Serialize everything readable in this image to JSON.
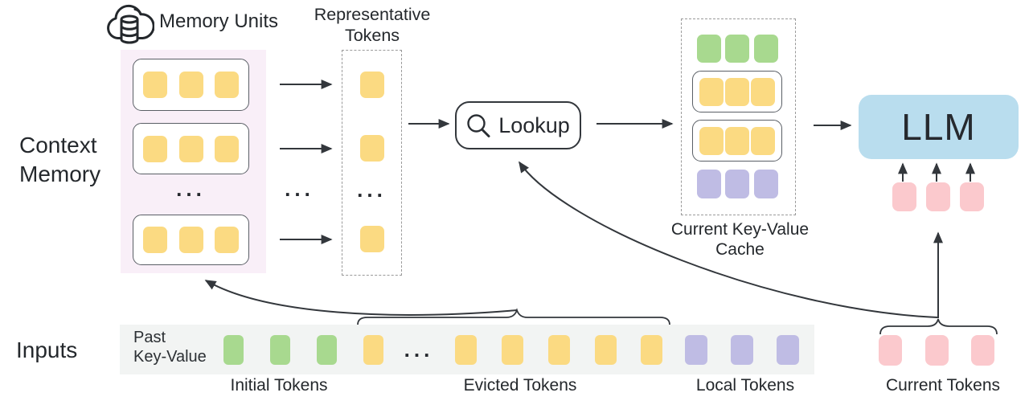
{
  "labels": {
    "memory_units": "Memory Units",
    "context_memory_line1": "Context",
    "context_memory_line2": "Memory",
    "representative_line1": "Representative",
    "representative_line2": "Tokens",
    "lookup": "Lookup",
    "cache_line1": "Current Key-Value",
    "cache_line2": "Cache",
    "llm": "LLM",
    "inputs": "Inputs",
    "past_kv_line1": "Past",
    "past_kv_line2": "Key-Value",
    "initial_tokens": "Initial Tokens",
    "evicted_tokens": "Evicted Tokens",
    "local_tokens": "Local Tokens",
    "current_tokens": "Current Tokens"
  },
  "ellipsis": "...",
  "colors": {
    "yellow": "#FBDA82",
    "green": "#A8D98F",
    "purple": "#BFBCE4",
    "pink": "#FBC9CD",
    "blue": "#B9DDEE",
    "memoryBg": "#F9EFF8",
    "barBg": "#F2F4F3",
    "stroke": "#383C42"
  },
  "structure": {
    "memory_units": {
      "count": 3,
      "tokens_per_unit": 3,
      "token_color": "yellow",
      "collapsed_indicator": "ellipsis between unit 2 and 3"
    },
    "representative_tokens": {
      "count": 3,
      "token_color": "yellow",
      "collapsed_indicator": "ellipsis between token 2 and 3"
    },
    "current_kv_cache_rows": [
      {
        "color": "green",
        "count": 3,
        "boxed": false
      },
      {
        "color": "yellow",
        "count": 3,
        "boxed": true
      },
      {
        "color": "yellow",
        "count": 3,
        "boxed": true
      },
      {
        "color": "purple",
        "count": 3,
        "boxed": false
      }
    ],
    "input_bar_tokens": [
      {
        "group": "initial",
        "color": "green",
        "count": 3
      },
      {
        "group": "evicted",
        "color": "yellow",
        "count": 1
      },
      {
        "group": "evicted-collapsed",
        "indicator": "ellipsis"
      },
      {
        "group": "evicted",
        "color": "yellow",
        "count": 5
      },
      {
        "group": "local",
        "color": "purple",
        "count": 3
      }
    ],
    "current_tokens": {
      "color": "pink",
      "count": 3
    },
    "llm_input_tokens": {
      "color": "pink",
      "count": 3
    },
    "flows": [
      "each memory unit -> representative tokens",
      "representative tokens -> lookup",
      "lookup -> current key-value cache",
      "current key-value cache -> LLM",
      "evicted tokens (brace) -> context memory",
      "current tokens (brace) -> lookup",
      "current tokens (brace) -> LLM input tokens"
    ]
  }
}
